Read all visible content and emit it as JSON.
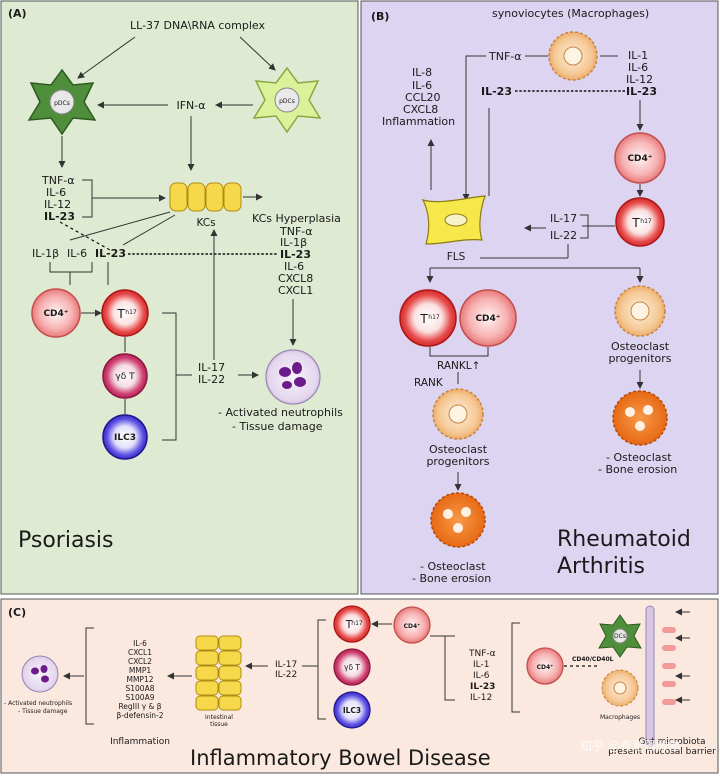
{
  "panel_a": {
    "label": "(A)",
    "complex": "LL-37 DNA\\RNA complex",
    "pdc": "pDCs",
    "pdc2": "pDCs",
    "ifn": "IFN-α",
    "cytokines_left": [
      "TNF-α",
      "IL-6",
      "IL-12",
      "IL-23"
    ],
    "kcs": "KCs",
    "kcs_hyperplasia": "KCs Hyperplasia",
    "cytokines_right": [
      "TNF-α",
      "IL-1β",
      "IL-23",
      "IL-6",
      "CXCL8",
      "CXCL1"
    ],
    "il1b": "IL-1β",
    "il6": "IL-6",
    "il23": "IL-23",
    "cd4": "CD4⁺",
    "th17": "T",
    "th17_sub": "h17",
    "gdt": "γδ T",
    "ilc3": "ILC3",
    "il17": "IL-17",
    "il22": "IL-22",
    "outcome1": "- Activated neutrophils",
    "outcome2": "- Tissue damage",
    "title": "Psoriasis"
  },
  "panel_b": {
    "label": "(B)",
    "synoviocytes": "synoviocytes (Macrophages)",
    "tnf": "TNF-α",
    "left_list": [
      "IL-8",
      "IL-6",
      "CCL20",
      "CXCL8",
      "Inflammation"
    ],
    "left_il23": "IL-23",
    "right_list": [
      "IL-1",
      "IL-6",
      "IL-12"
    ],
    "right_il23": "IL-23",
    "cd4": "CD4⁺",
    "th17": "T",
    "th17_sub": "h17",
    "il17": "IL-17",
    "il22": "IL-22",
    "fls": "FLS",
    "rankl": "RANKL↑",
    "rank": "RANK",
    "ocp1": [
      "Osteoclast",
      "progenitors"
    ],
    "ocp2": [
      "Osteoclast",
      "progenitors"
    ],
    "oc1": [
      "- Osteoclast",
      "- Bone erosion"
    ],
    "oc2": [
      "- Osteoclast",
      "- Bone erosion"
    ],
    "title1": "Rheumatoid",
    "title2": "Arthritis"
  },
  "panel_c": {
    "label": "(C)",
    "markers": [
      "IL-6",
      "CXCL1",
      "CXCL2",
      "MMP1",
      "MMP12",
      "S100A8",
      "S100A9",
      "RegIII γ & β",
      "β-defensin-2"
    ],
    "outcome1": "- Activated neutrophils",
    "outcome2": "- Tissue damage",
    "inflammation": "Inflammation",
    "intestinal": [
      "Intestinal",
      "tissue"
    ],
    "il17": "IL-17",
    "il22": "IL-22",
    "th17": "T",
    "th17_sub": "h17",
    "cd4": "CD4⁺",
    "gdt": "γδ T",
    "ilc3": "ILC3",
    "cytokines": [
      "TNF-α",
      "IL-1",
      "IL-6",
      "IL-23",
      "IL-12"
    ],
    "cd4_2": "CD4⁺",
    "cd40": "CD40/CD40L",
    "dcs": "DCs",
    "macrophages": "Macrophages",
    "barrier": [
      "Gut microbiota",
      "present mucosal barrier"
    ],
    "title": "Inflammatory Bowel Disease"
  },
  "watermark": "知乎 @有意思微物",
  "colors": {
    "panel_a_bg": "#dfead2",
    "panel_b_bg": "#dcd4f0",
    "panel_c_bg": "#fbe9df",
    "kcs": "#f6d84a",
    "cd4": "#f08a8a",
    "th17": "#e53c3c",
    "gdt": "#c0325e",
    "ilc3": "#4a3fd8",
    "osteoclast": "#f07a1e",
    "progenitor": "#f3c08c"
  }
}
